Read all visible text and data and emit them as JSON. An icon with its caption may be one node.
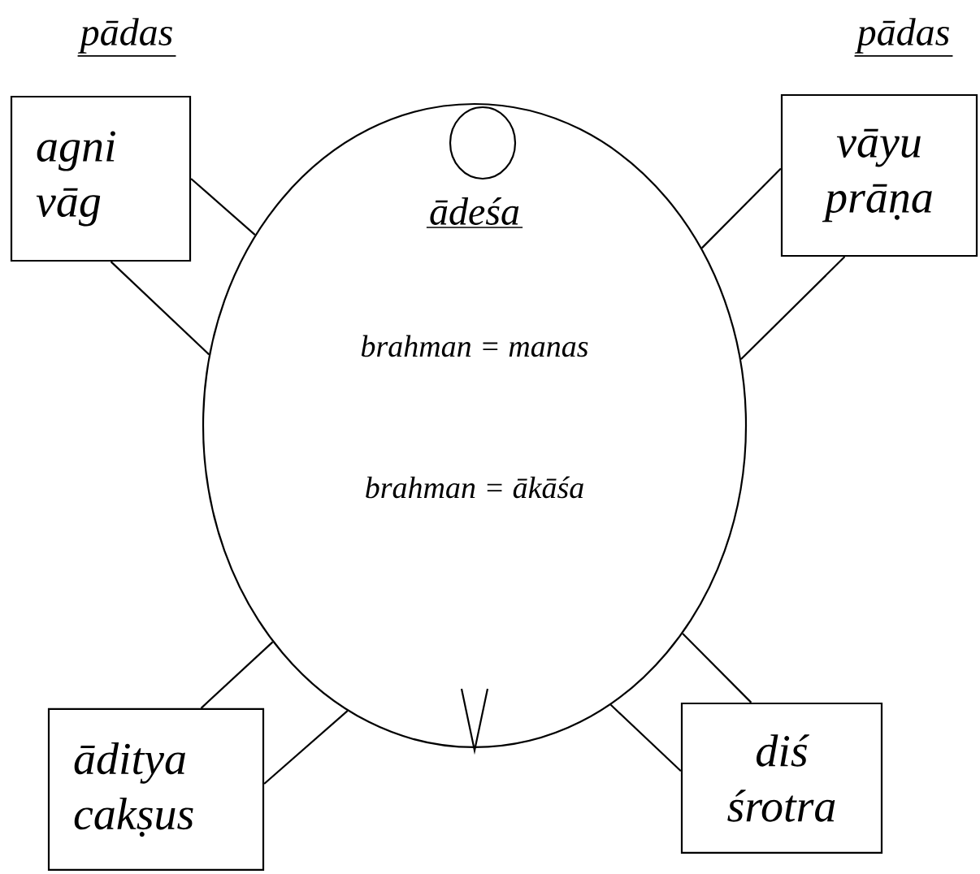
{
  "diagram": {
    "nodes": [
      {
        "text": [
          "ādeśa",
          "brahman = manas",
          "brahman = ākāśa"
        ]
      },
      {
        "text": [
          "agni vāg"
        ]
      },
      {
        "text": [
          "vāyu prāṇa"
        ]
      },
      {
        "text": [
          "āditya cakṣus"
        ]
      },
      {
        "text": [
          "diś śrotra"
        ]
      }
    ],
    "edges": [
      {
        "from": 1,
        "to": 0,
        "arrow": "none"
      },
      {
        "from": 1,
        "to": 0,
        "arrow": "none"
      },
      {
        "from": 2,
        "to": 0,
        "arrow": "none"
      },
      {
        "from": 2,
        "to": 0,
        "arrow": "none"
      },
      {
        "from": 3,
        "to": 0,
        "arrow": "none"
      },
      {
        "from": 3,
        "to": 0,
        "arrow": "none"
      },
      {
        "from": 4,
        "to": 0,
        "arrow": "none"
      },
      {
        "from": 4,
        "to": 0,
        "arrow": "none"
      }
    ],
    "labels": [
      "pādas",
      "pādas"
    ]
  }
}
